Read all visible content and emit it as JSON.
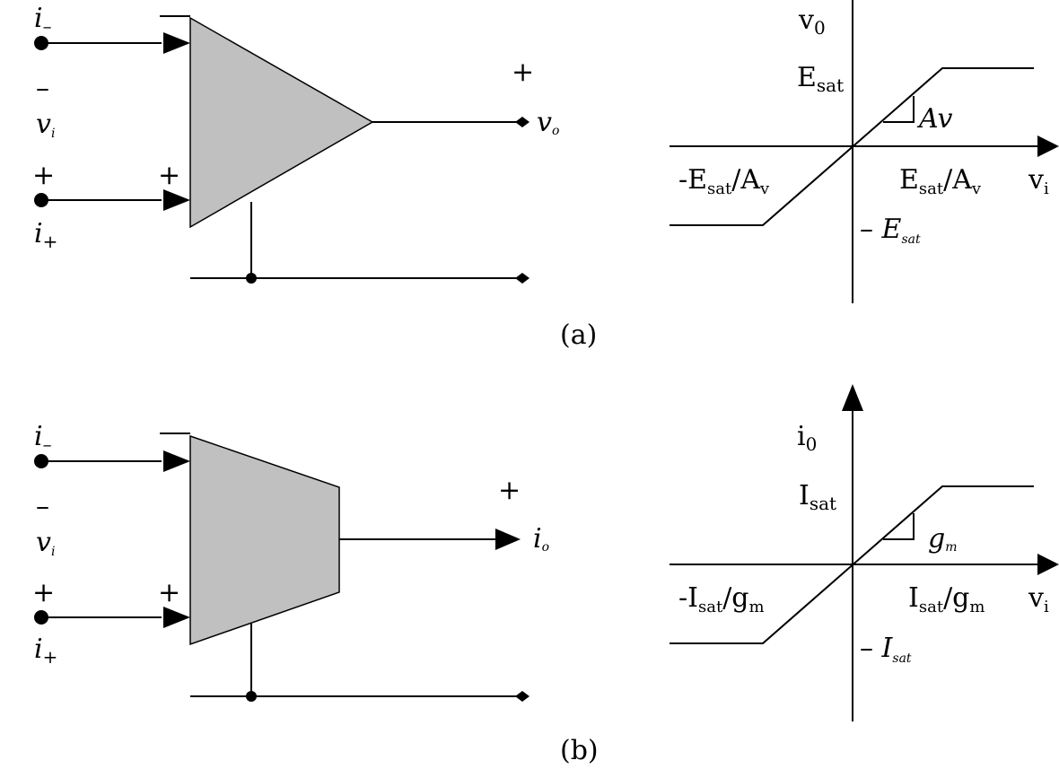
{
  "figure": {
    "panel_a": {
      "caption": "(a)",
      "circuit": {
        "i_minus": "i",
        "i_minus_sub": "–",
        "minus_sign": "–",
        "v_in": "v",
        "v_in_sub": "i",
        "plus_sign_left": "+",
        "plus_sign_input": "+",
        "i_plus": "i",
        "i_plus_sub": "+",
        "plus_sign_output": "+",
        "v_out": "v",
        "v_out_sub": "o"
      },
      "transfer": {
        "y_axis": "v",
        "y_axis_sub": "0",
        "x_axis": "v",
        "x_axis_sub": "i",
        "sat_high": "E",
        "sat_high_sub": "sat",
        "slope": "Av",
        "neg_break": "-E",
        "neg_break_sub": "sat",
        "neg_break_tail": "/A",
        "neg_break_tail_sub": "v",
        "pos_break": "E",
        "pos_break_sub": "sat",
        "pos_break_tail": "/A",
        "pos_break_tail_sub": "v",
        "sat_low": "– E",
        "sat_low_sub": "sat"
      }
    },
    "panel_b": {
      "caption": "(b)",
      "circuit": {
        "i_minus": "i",
        "i_minus_sub": "–",
        "minus_sign": "–",
        "v_in": "v",
        "v_in_sub": "i",
        "plus_sign_left": "+",
        "plus_sign_input": "+",
        "i_plus": "i",
        "i_plus_sub": "+",
        "plus_sign_output": "+",
        "i_out": "i",
        "i_out_sub": "o"
      },
      "transfer": {
        "y_axis": "i",
        "y_axis_sub": "0",
        "x_axis": "v",
        "x_axis_sub": "i",
        "sat_high": "I",
        "sat_high_sub": "sat",
        "slope": "g",
        "slope_sub": "m",
        "neg_break": "-I",
        "neg_break_sub": "sat",
        "neg_break_tail": "/g",
        "neg_break_tail_sub": "m",
        "pos_break": "I",
        "pos_break_sub": "sat",
        "pos_break_tail": "/g",
        "pos_break_tail_sub": "m",
        "sat_low": "– I",
        "sat_low_sub": "sat"
      }
    }
  }
}
